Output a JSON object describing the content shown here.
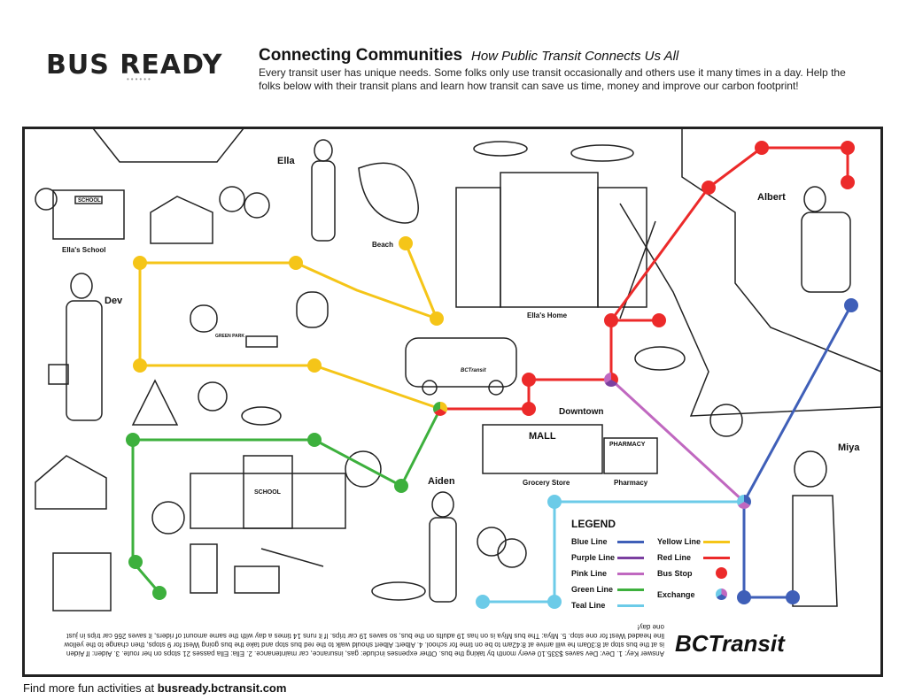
{
  "header": {
    "logo": "BUS READY",
    "title": "Connecting Communities",
    "subtitle": "How Public Transit Connects Us All",
    "intro": "Every transit user has unique needs. Some folks only use transit occasionally and others use it many times in a day. Help the folks below with their transit plans and learn how transit can save us time, money and improve our carbon footprint!"
  },
  "map_labels": {
    "ella": "Ella",
    "ellas_school": "Ella's School",
    "school_sign": "SCHOOL",
    "beach": "Beach",
    "dev": "Dev",
    "ellas_home": "Ella's Home",
    "albert": "Albert",
    "green_park": "GREEN PARK",
    "downtown": "Downtown",
    "mall": "MALL",
    "pharmacy_sign": "PHARMACY",
    "grocery_store": "Grocery Store",
    "pharmacy": "Pharmacy",
    "aiden": "Aiden",
    "miya": "Miya",
    "school2": "SCHOOL",
    "bus_brand": "BCTransit"
  },
  "legend": {
    "title": "LEGEND",
    "items": [
      {
        "label": "Blue Line",
        "color": "#3f5fb8"
      },
      {
        "label": "Purple Line",
        "color": "#7b3fa0"
      },
      {
        "label": "Pink Line",
        "color": "#c068c0"
      },
      {
        "label": "Green Line",
        "color": "#3db03d"
      },
      {
        "label": "Teal Line",
        "color": "#6ccbe8"
      },
      {
        "label": "Yellow Line",
        "color": "#f5c518"
      },
      {
        "label": "Red Line",
        "color": "#ec2a2a"
      }
    ],
    "bus_stop": "Bus Stop",
    "exchange": "Exchange"
  },
  "answer_key": "Answer Key: 1. Dev: Dev saves $335.10 every month by taking the bus. Other expenses include: gas, insurance, car maintenance. 2. Ella: Ella passes 21 stops on her route. 3. Aiden: If Aiden is at the bus stop at 8:30am he will arrive at 8:42am to be on time for school. 4. Albert: Albert should walk to the red bus stop and take the bus going West for 9 stops, then change to the yellow line headed West for one stop. 5. Miya: The bus Miya is on has 19 adults on the bus, so saves 19 car trips. If it runs 14 times a day with the same amount of riders, it saves 266 car trips in just one day!",
  "brand": "BCTransit",
  "footer": {
    "prefix": "Find more fun activities at ",
    "link": "busready.bctransit.com"
  }
}
